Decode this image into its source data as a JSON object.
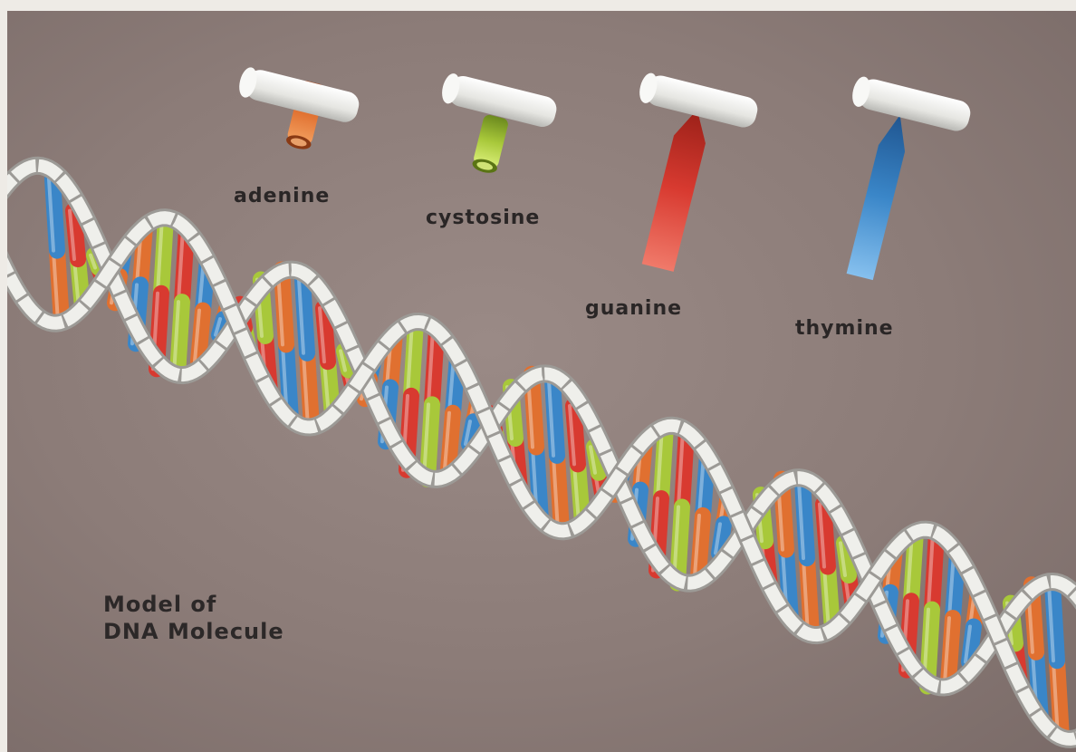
{
  "bases": [
    {
      "name": "adenine",
      "color": "#e07030"
    },
    {
      "name": "cystosine",
      "color": "#a8c83a"
    },
    {
      "name": "guanine",
      "color": "#d83a30"
    },
    {
      "name": "thymine",
      "color": "#3a86c8"
    }
  ],
  "caption": {
    "line1": "Model of",
    "line2": "DNA Molecule"
  },
  "colors": {
    "background": "#8c7c78",
    "backbone": "#eeeeea",
    "label_text": "#2a2626"
  }
}
